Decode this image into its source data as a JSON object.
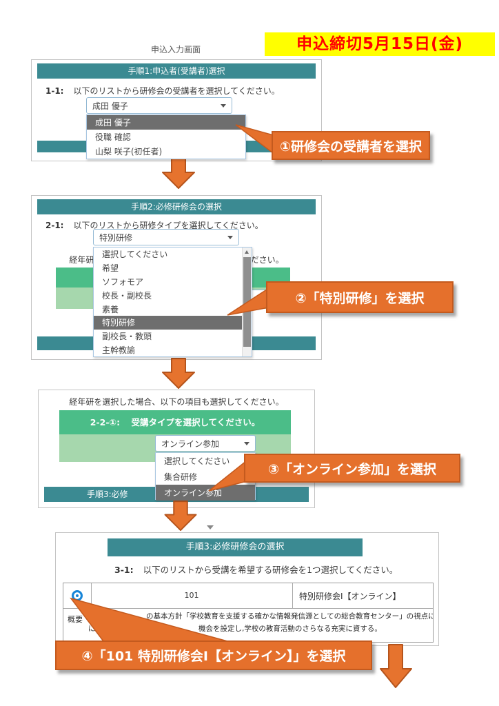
{
  "colors": {
    "teal": "#3b8a92",
    "callout_orange": "#e5702c",
    "callout_border": "#c45a1e",
    "green_header": "#4bbd88",
    "green_row": "#a6d7ad",
    "option_highlight": "#6e6e6e",
    "deadline_bg": "#ffff00",
    "deadline_text": "#ff0000",
    "radio_blue": "#1785d8"
  },
  "deadline": {
    "text": "申込締切5月15日(金)"
  },
  "page_title": "申込入力画面",
  "step1": {
    "header": "手順1:申込者(受講者)選択",
    "no": "1-1:",
    "instruction": "以下のリストから研修会の受講者を選択してください。",
    "select_value": "成田 優子",
    "options": [
      "成田 優子",
      "役職 確認",
      "山梨 咲子(初任者)"
    ]
  },
  "callout1": {
    "label": "①研修会の受講者を選択"
  },
  "step2": {
    "header": "手順2:必修研修会の選択",
    "no": "2-1:",
    "instruction": "以下のリストから研修タイプを選択してください。",
    "select_value": "特別研修",
    "options": [
      "選択してください",
      "希望",
      "ソフォモア",
      "校長・副校長",
      "素養",
      "特別研修",
      "副校長・教頭",
      "主幹教諭"
    ],
    "note_behind": "経年研を選択した場合、以下の項目も選択してください。"
  },
  "callout2": {
    "label": "②「特別研修」を選択"
  },
  "step2_2": {
    "note": "経年研を選択した場合、以下の項目も選択してください。",
    "header_no": "2-2-①:",
    "header_text": "受講タイプを選択してください。",
    "select_value": "オンライン参加",
    "options": [
      "選択してください",
      "集合研修",
      "オンライン参加"
    ],
    "footer_fragment": "手順3:必修"
  },
  "callout3": {
    "label": "③「オンライン参加」を選択"
  },
  "step3": {
    "header": "手順3:必修研修会の選択",
    "no": "3-1:",
    "instruction": "以下のリストから受講を希望する研修会を1つ選択してください。",
    "course": {
      "code": "101",
      "title": "特別研修会Ⅰ【オンライン】"
    },
    "summary_label": "概要",
    "summary_line1": "の基本方針「学校教育を支援する確かな情報発信源としての総合教育センター」の視点に立ち,全国的",
    "summary_line2_start": "に",
    "summary_line2_end": "機会を設定し,学校の教育活動のさらなる充実に資する。"
  },
  "callout4": {
    "label": "④「101 特別研修会Ⅰ【オンライン】」を選択"
  }
}
